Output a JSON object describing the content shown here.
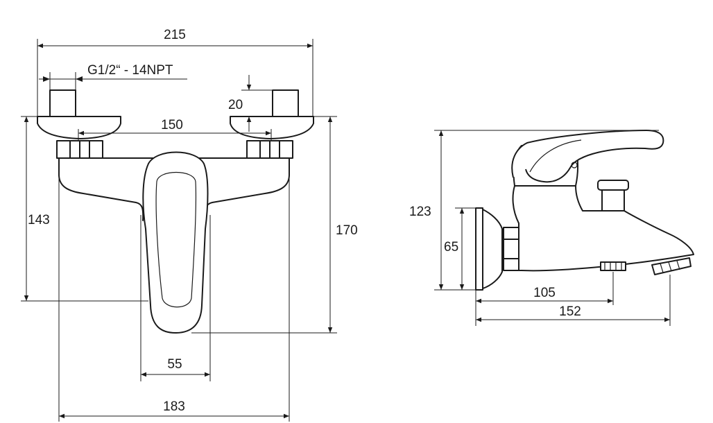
{
  "front_view": {
    "thread_label": "G1/2“ - 14NPT",
    "dims": {
      "overall_width": "215",
      "eccentric_height": "20",
      "inlet_spacing": "150",
      "height_left": "143",
      "height_right": "170",
      "lever_width": "55",
      "body_width": "183"
    }
  },
  "side_view": {
    "dims": {
      "total_height": "123",
      "flange_height": "65",
      "shower_outlet_distance": "105",
      "spout_projection": "152"
    }
  }
}
